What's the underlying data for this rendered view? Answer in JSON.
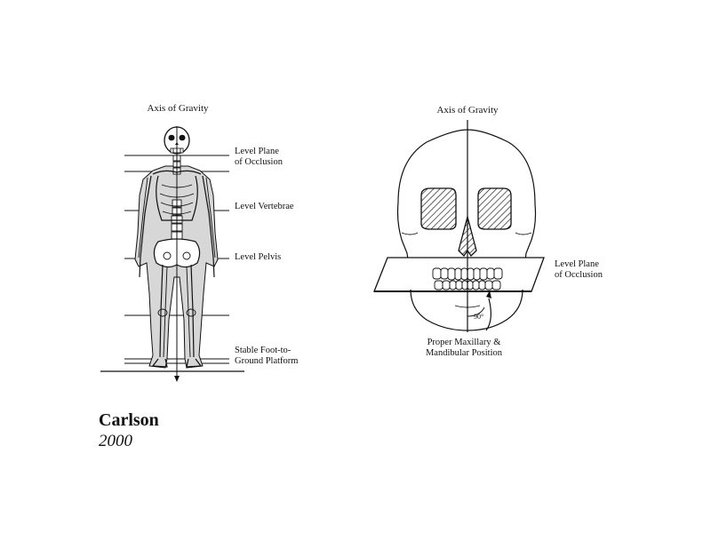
{
  "citation": {
    "author": "Carlson",
    "year": "2000"
  },
  "skeleton_figure": {
    "title": "Axis of Gravity",
    "labels": {
      "occlusion": [
        "Level Plane",
        "of Occlusion"
      ],
      "vertebrae": "Level Vertebrae",
      "pelvis": "Level Pelvis",
      "foot": [
        "Stable Foot-to-",
        "Ground Platform"
      ]
    }
  },
  "skull_figure": {
    "title": "Axis of Gravity",
    "angle_label": "90°",
    "labels": {
      "occlusion": [
        "Level Plane",
        "of Occlusion"
      ],
      "position": [
        "Proper Maxillary &",
        "Mandibular Position"
      ]
    }
  }
}
